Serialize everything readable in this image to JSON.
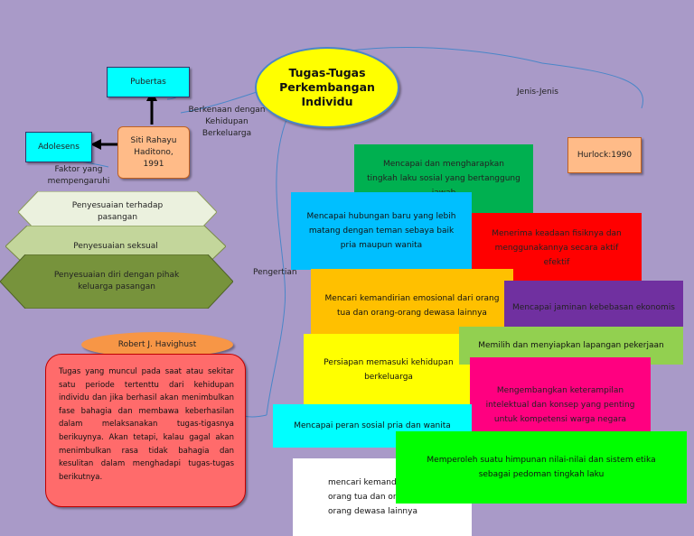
{
  "central": {
    "title": "Tugas-Tugas Perkembangan Individu"
  },
  "left": {
    "pubertas": "Pubertas",
    "adolesens": "Adolesens",
    "source_box": "Siti Rahayu Haditono, 1991",
    "faktor_label": "Faktor yang mempengaruhi",
    "berkenaan_label": "Berkenaan dengan Kehidupan Berkeluarga",
    "hexagons": [
      "Penyesuaian terhadap pasangan",
      "Penyesuaian seksual",
      "Penyesuaian diri dengan pihak keluarga pasangan"
    ],
    "havighurst": "Robert J. Havighust",
    "definition": "Tugas yang muncul pada saat atau sekitar satu periode tertenttu dari kehidupan individu dan jika berhasil akan menimbulkan fase bahagia dan membawa keberhasilan dalam melaksanakan tugas-tigasnya berikuynya. Akan tetapi, kalau gagal akan menimbulkan rasa tidak bahagia dan kesulitan dalam menghadapi tugas-tugas berikutnya."
  },
  "right": {
    "jenis_label": "Jenis-Jenis",
    "pengertian_label": "Pengertian",
    "hurlock": "Hurlock:1990",
    "tasks": [
      "Mencapai dan mengharapkan tingkah laku sosial yang bertanggung jawab",
      "Mencapai hubungan baru yang lebih matang dengan teman sebaya baik pria maupun wanita",
      "Menerima keadaan fisiknya dan menggunakannya secara aktif efektif",
      "Mencari kemandirian emosional dari orang tua dan orang-orang dewasa lainnya",
      "Mencapai jaminan kebebasan ekonomis",
      "Memilih dan menyiapkan lapangan pekerjaan",
      "Persiapan memasuki kehidupan berkeluarga",
      "Mengembangkan keterampilan intelektual dan konsep yang penting untuk kompetensi warga negara",
      "Mencapai peran sosial pria dan wanita",
      "Memperoleh suatu himpunan nilai-nilai dan sistem etika sebagai pedoman tingkah laku",
      "mencari kemandirian orang tua dan orang-orang dewasa lainnya"
    ]
  },
  "colors": {
    "background": "#a99ac8",
    "cyan": "#00ffff",
    "yellow": "#ffff00",
    "orange_box": "#ffbb88",
    "green": "#00b050",
    "red": "#ff0000",
    "purple": "#7030a0",
    "light_green": "#92d050",
    "magenta": "#ff0080",
    "bright_green": "#00ff00",
    "hex_light": "#ebf1de",
    "hex_mid": "#c3d69b",
    "hex_dark": "#77933c"
  }
}
